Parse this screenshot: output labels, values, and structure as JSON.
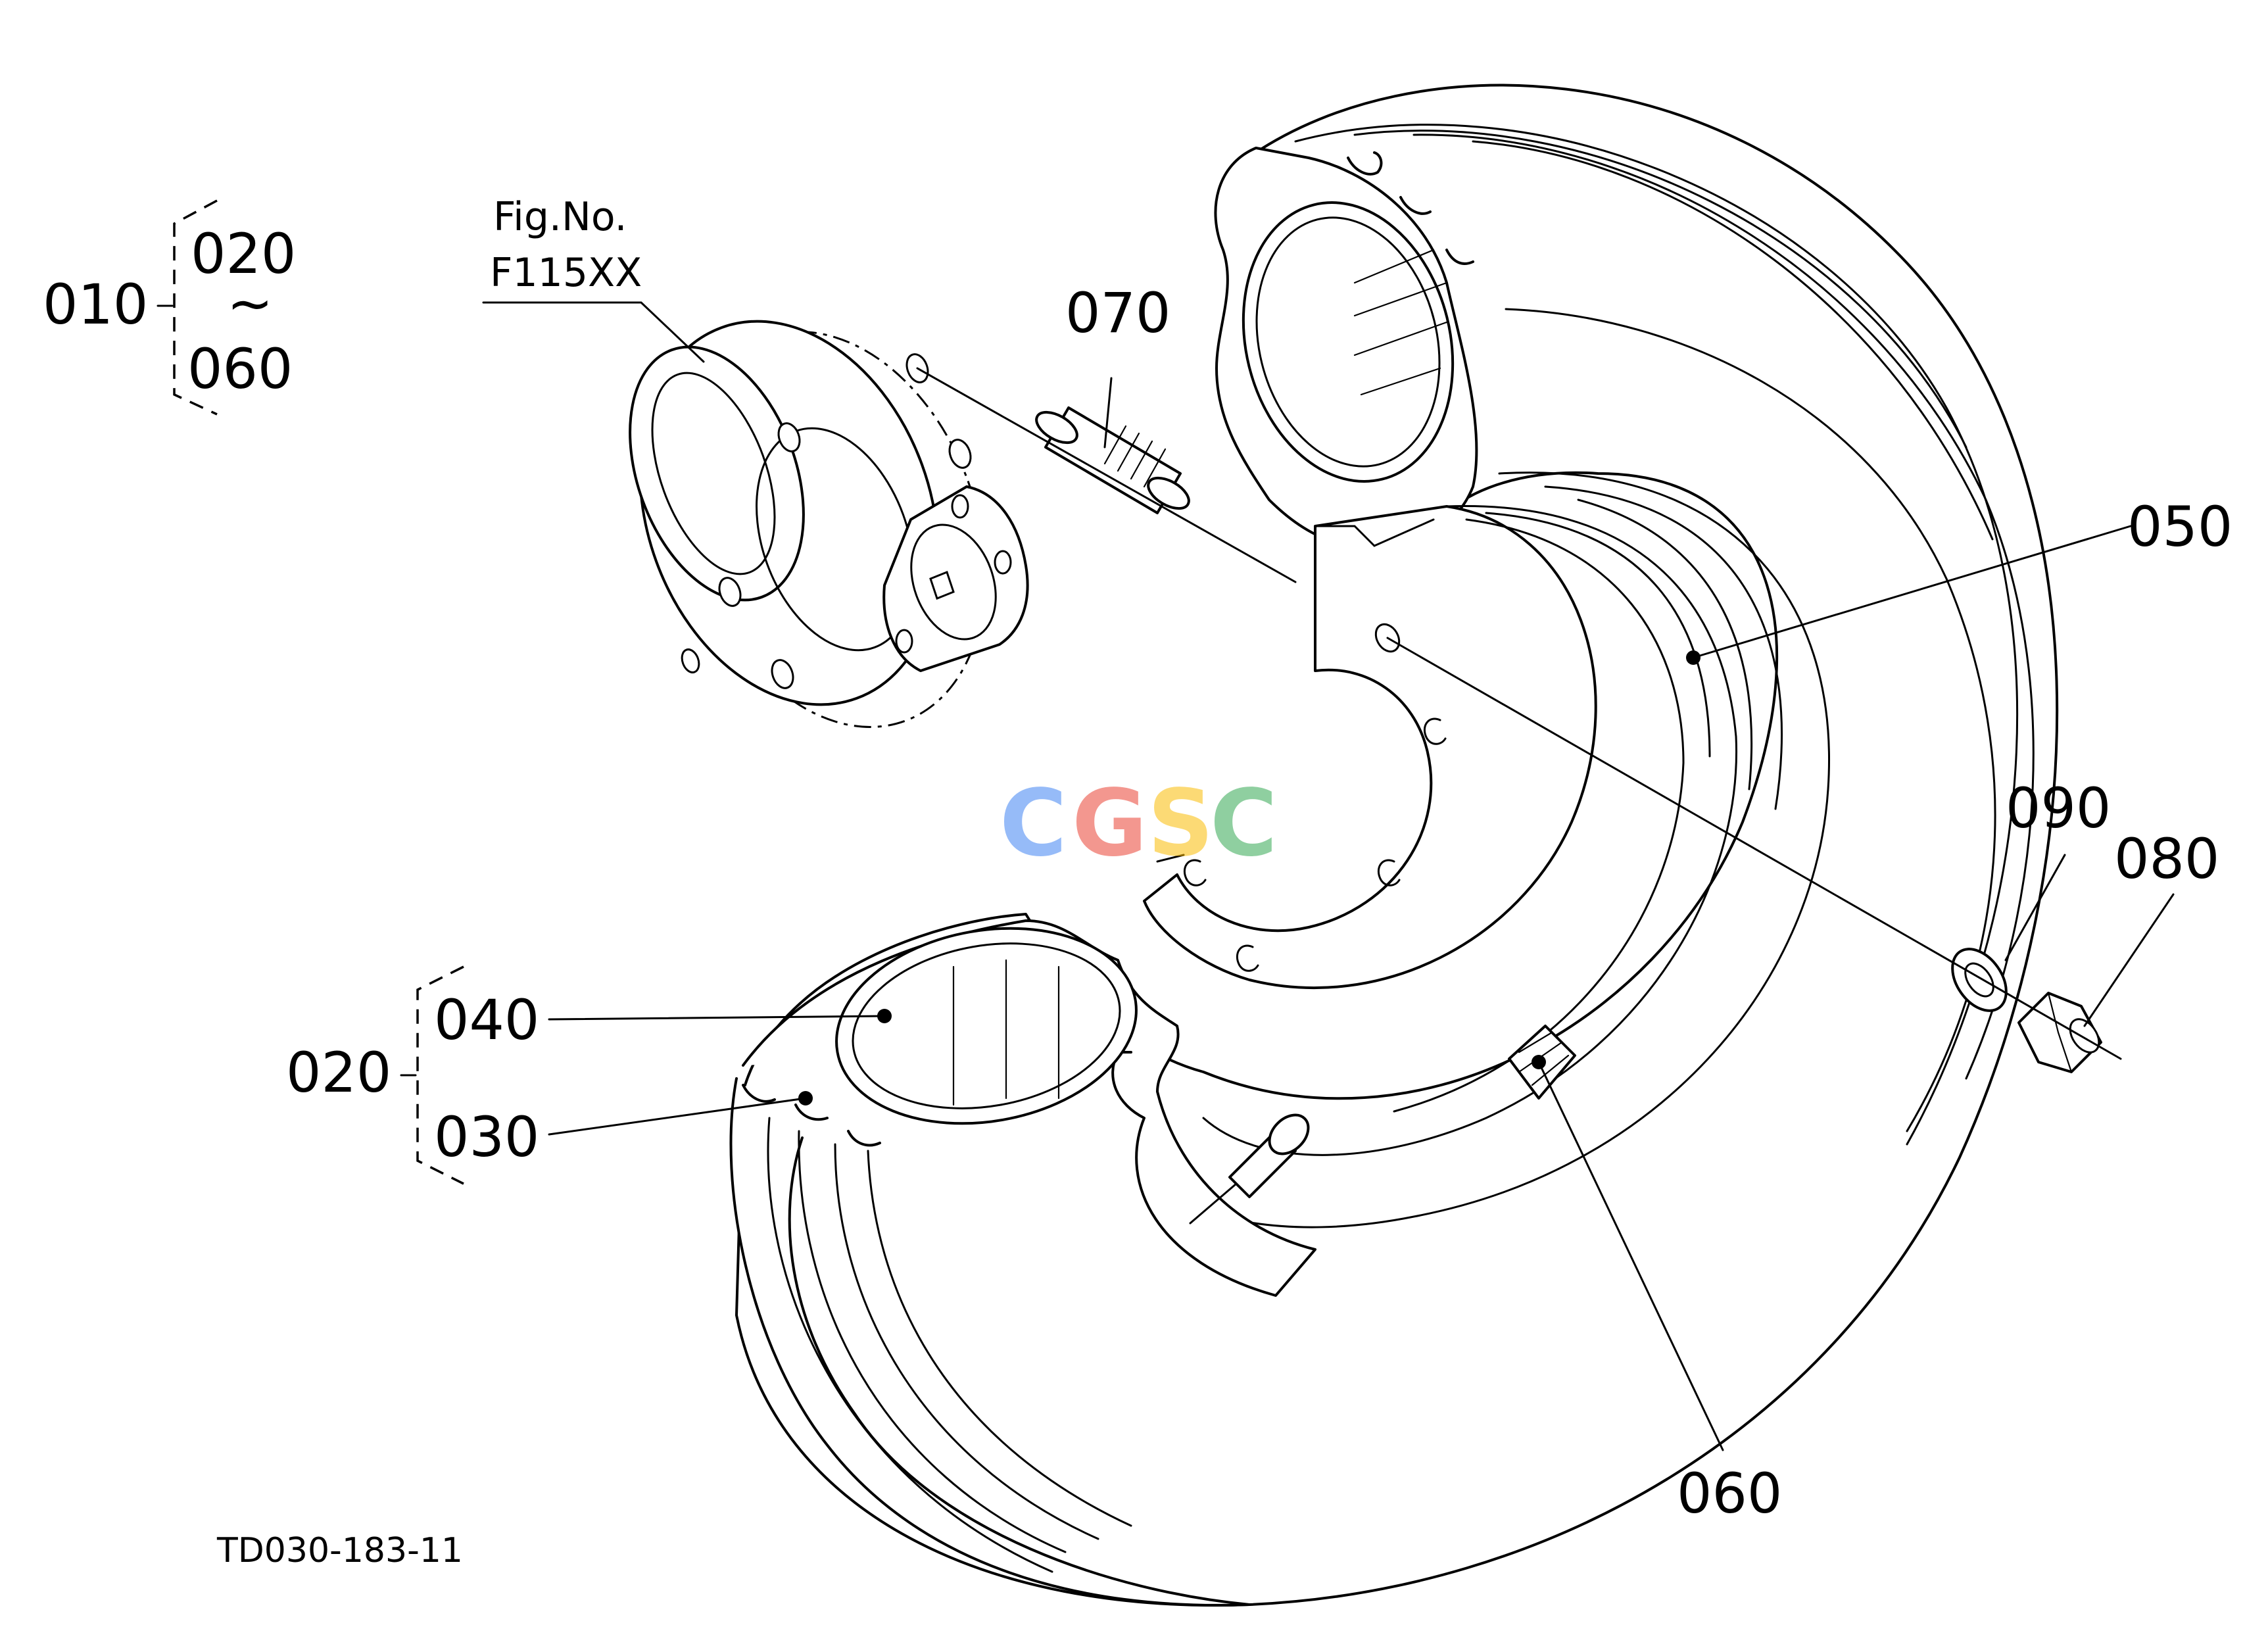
{
  "figure": {
    "fig_ref_line1": "Fig.No.",
    "fig_ref_line2": "F115XX",
    "drawing_code": "TD030-183-11",
    "watermark": "CGSC",
    "watermark_colors": [
      "#4285F4",
      "#EA4335",
      "#FBBC05",
      "#34A853"
    ]
  },
  "group_010": {
    "parent": "010",
    "child_top": "020",
    "range_sep": "~",
    "child_bottom": "060"
  },
  "group_020": {
    "parent": "020",
    "child_top": "040",
    "child_bottom": "030"
  },
  "parts": {
    "p070": "070",
    "p050": "050",
    "p090": "090",
    "p080": "080",
    "p060": "060"
  }
}
